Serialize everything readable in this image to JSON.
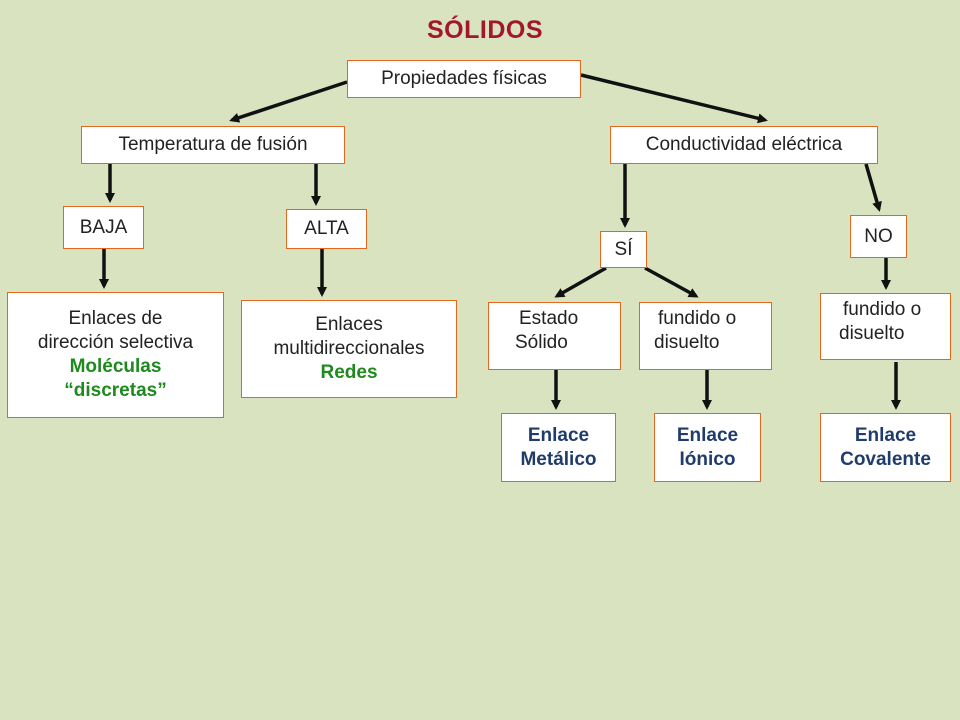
{
  "title": "SÓLIDOS",
  "root": "Propiedades físicas",
  "left_branch": {
    "label": "Temperatura de fusión",
    "baja": "BAJA",
    "alta": "ALTA",
    "baja_result": {
      "line1": "Enlaces de",
      "line2": "dirección selectiva",
      "line3": "Moléculas",
      "line4": "“discretas”"
    },
    "alta_result": {
      "line1": "Enlaces",
      "line2": "multidireccionales",
      "line3": "Redes"
    }
  },
  "right_branch": {
    "label": "Conductividad eléctrica",
    "si": "SÍ",
    "no": "NO",
    "estado_solido": {
      "line1": "Estado",
      "line2": "Sólido"
    },
    "fundido_si": {
      "line1": "fundido o",
      "line2": "disuelto"
    },
    "fundido_no": {
      "line1": "fundido o",
      "line2": "disuelto"
    },
    "enlace_metalico": {
      "line1": "Enlace",
      "line2": "Metálico"
    },
    "enlace_ionico": {
      "line1": "Enlace",
      "line2": "Iónico"
    },
    "enlace_covalente": {
      "line1": "Enlace",
      "line2": "Covalente"
    }
  },
  "colors": {
    "background": "#d9e3c0",
    "title": "#a3172d",
    "box_border": "#e0681f",
    "green_text": "#1e8a1e",
    "blue_text": "#1f3c6b",
    "arrow": "#111111"
  }
}
